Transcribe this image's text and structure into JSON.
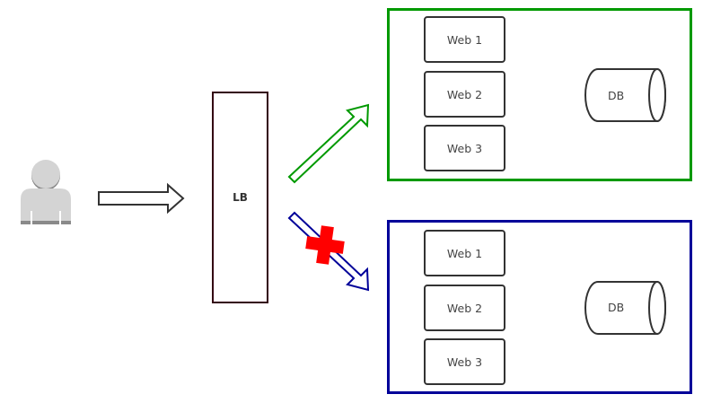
{
  "diagram": {
    "type": "blue-green-deployment",
    "user": {
      "icon": "user-icon"
    },
    "load_balancer": {
      "label": "LB"
    },
    "environments": [
      {
        "name": "green",
        "color": "#009900",
        "status": "active",
        "servers": [
          "Web 1",
          "Web 2",
          "Web 3"
        ],
        "database": "DB"
      },
      {
        "name": "blue",
        "color": "#000099",
        "status": "disconnected",
        "servers": [
          "Web 1",
          "Web 2",
          "Web 3"
        ],
        "database": "DB"
      }
    ],
    "arrows": {
      "user_to_lb": {
        "color": "#333333"
      },
      "lb_to_green": {
        "color": "#009900"
      },
      "lb_to_blue": {
        "color": "#000099",
        "blocked": true,
        "block_color": "#ff0000"
      }
    }
  }
}
